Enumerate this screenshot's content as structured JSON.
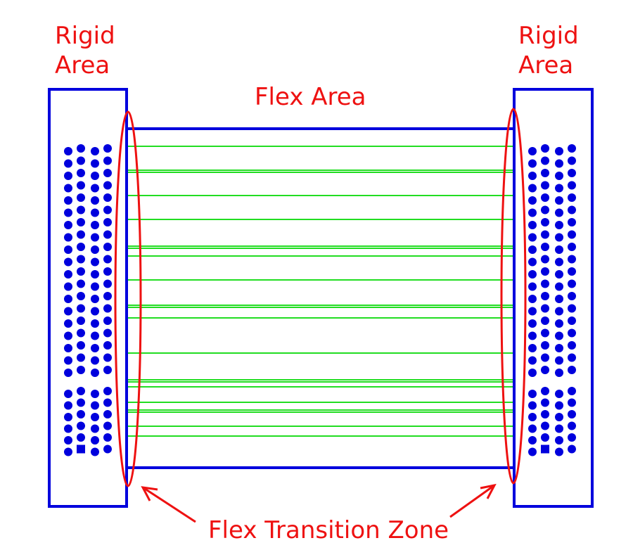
{
  "labels": {
    "rigid_left": [
      "Rigid",
      "Area"
    ],
    "rigid_right": [
      "Rigid",
      "Area"
    ],
    "flex_area": "Flex Area",
    "transition_zone": "Flex Transition Zone"
  },
  "colors": {
    "outline": "#0000dd",
    "trace": "#22dd22",
    "annotation": "#ee1111",
    "pad": "#0000dd",
    "background": "#ffffff"
  },
  "structure": {
    "trace_count": 24,
    "pad_grid_columns": 4,
    "pad_grid_rows_upper": 19,
    "pad_grid_rows_lower": 6
  }
}
